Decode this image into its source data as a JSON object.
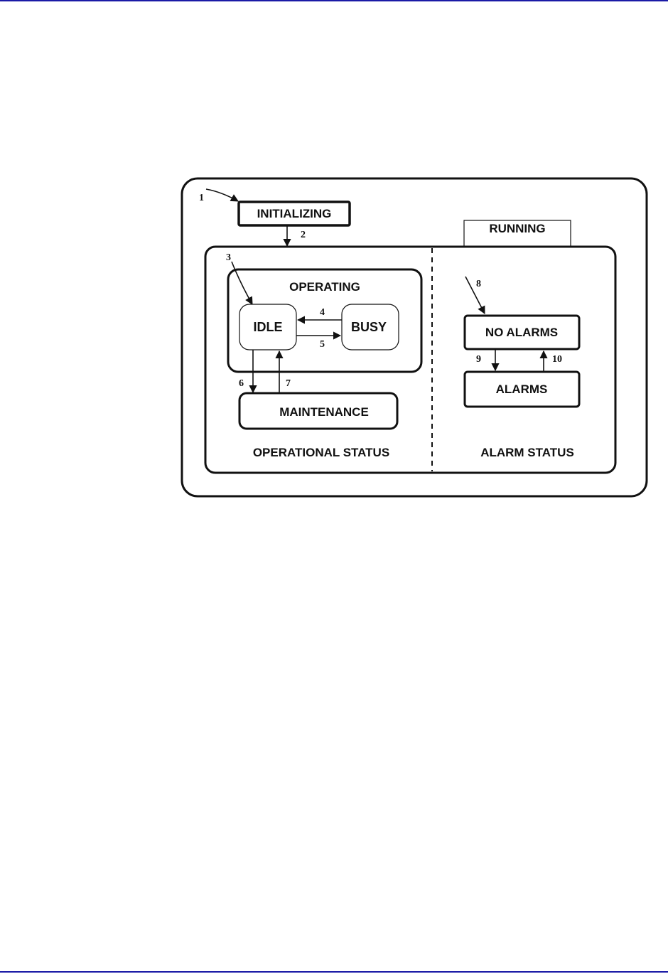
{
  "page": {
    "rule_color": "#1a1aa6"
  },
  "diagram": {
    "states": {
      "initializing": "INITIALIZING",
      "running": "RUNNING",
      "operating": "OPERATING",
      "idle": "IDLE",
      "busy": "BUSY",
      "maintenance": "MAINTENANCE",
      "no_alarms": "NO ALARMS",
      "alarms": "ALARMS"
    },
    "regions": {
      "operational_status": "OPERATIONAL STATUS",
      "alarm_status": "ALARM STATUS"
    },
    "transitions": {
      "t1": "1",
      "t2": "2",
      "t3": "3",
      "t4": "4",
      "t5": "5",
      "t6": "6",
      "t7": "7",
      "t8": "8",
      "t9": "9",
      "t10": "10"
    }
  }
}
